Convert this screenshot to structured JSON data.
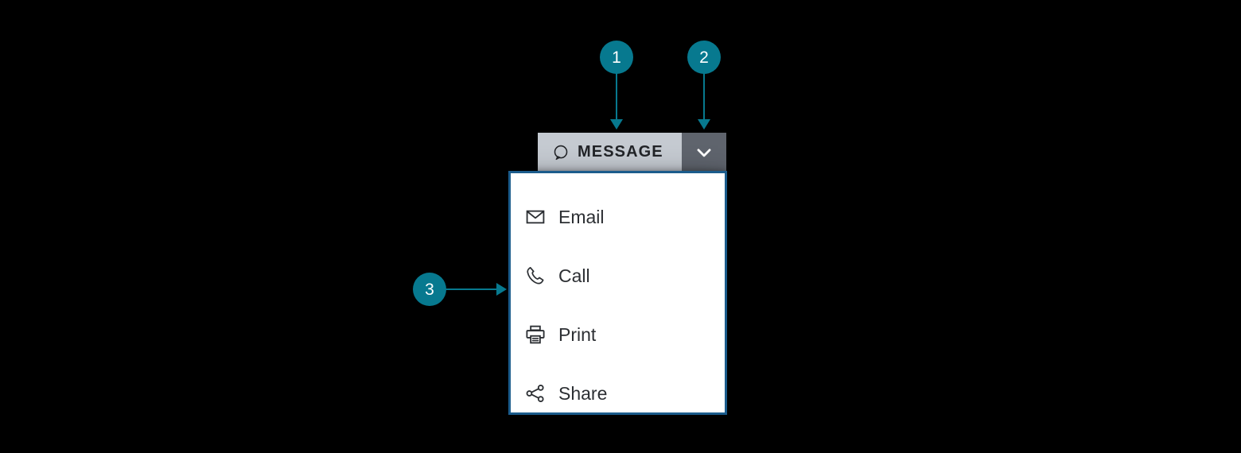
{
  "theme": {
    "background": "#000000",
    "callout_color": "#07798f",
    "button_face": "#c5cad1",
    "toggle_face": "#5f646d",
    "menu_border": "#1b5c8c",
    "menu_background": "#ffffff",
    "text_color": "#2c2f33"
  },
  "callouts": [
    {
      "number": "1",
      "target": "message-button"
    },
    {
      "number": "2",
      "target": "dropdown-toggle"
    },
    {
      "number": "3",
      "target": "dropdown-menu"
    }
  ],
  "split_button": {
    "label": "MESSAGE",
    "icon": "speech-bubble-icon",
    "toggle_icon": "chevron-down-icon"
  },
  "dropdown_menu": {
    "items": [
      {
        "label": "Email",
        "icon": "envelope-icon"
      },
      {
        "label": "Call",
        "icon": "phone-icon"
      },
      {
        "label": "Print",
        "icon": "printer-icon"
      },
      {
        "label": "Share",
        "icon": "share-nodes-icon"
      }
    ]
  }
}
